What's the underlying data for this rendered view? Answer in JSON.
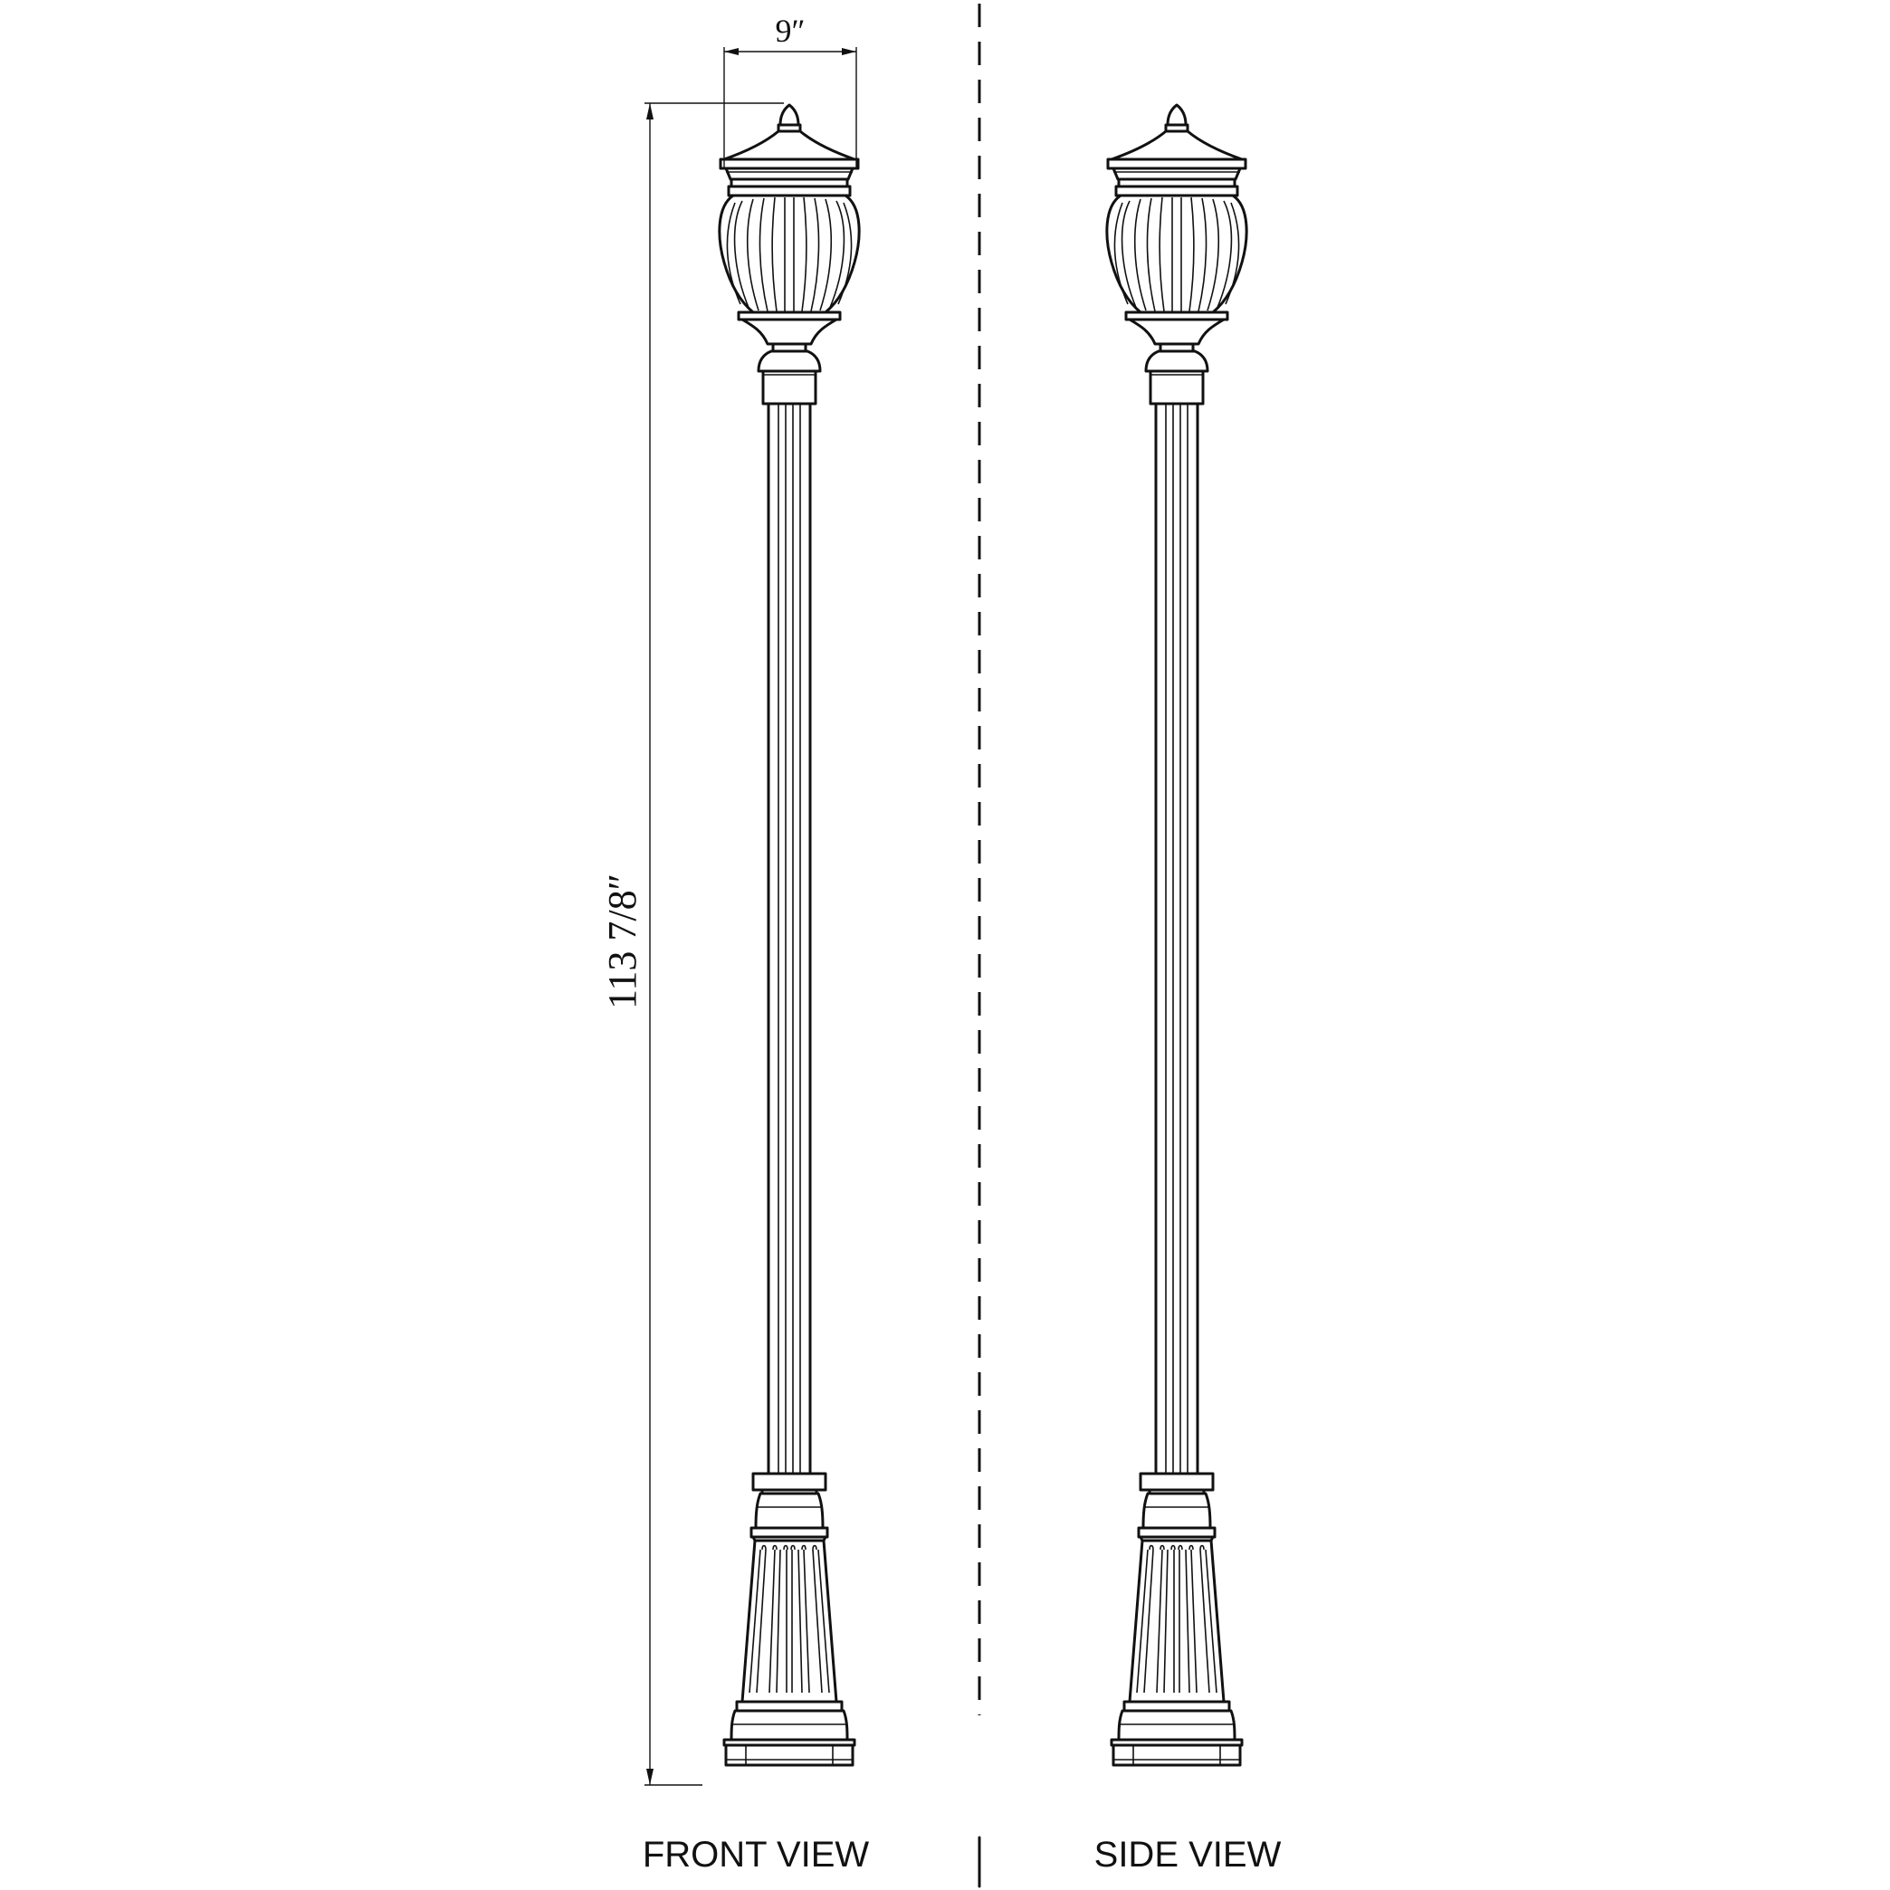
{
  "dimensions": {
    "width_label": "9″",
    "height_label": "113  7/8″"
  },
  "views": {
    "front_label": "FRONT VIEW",
    "side_label": "SIDE VIEW"
  },
  "colors": {
    "line": "#111111",
    "background": "#ffffff"
  }
}
